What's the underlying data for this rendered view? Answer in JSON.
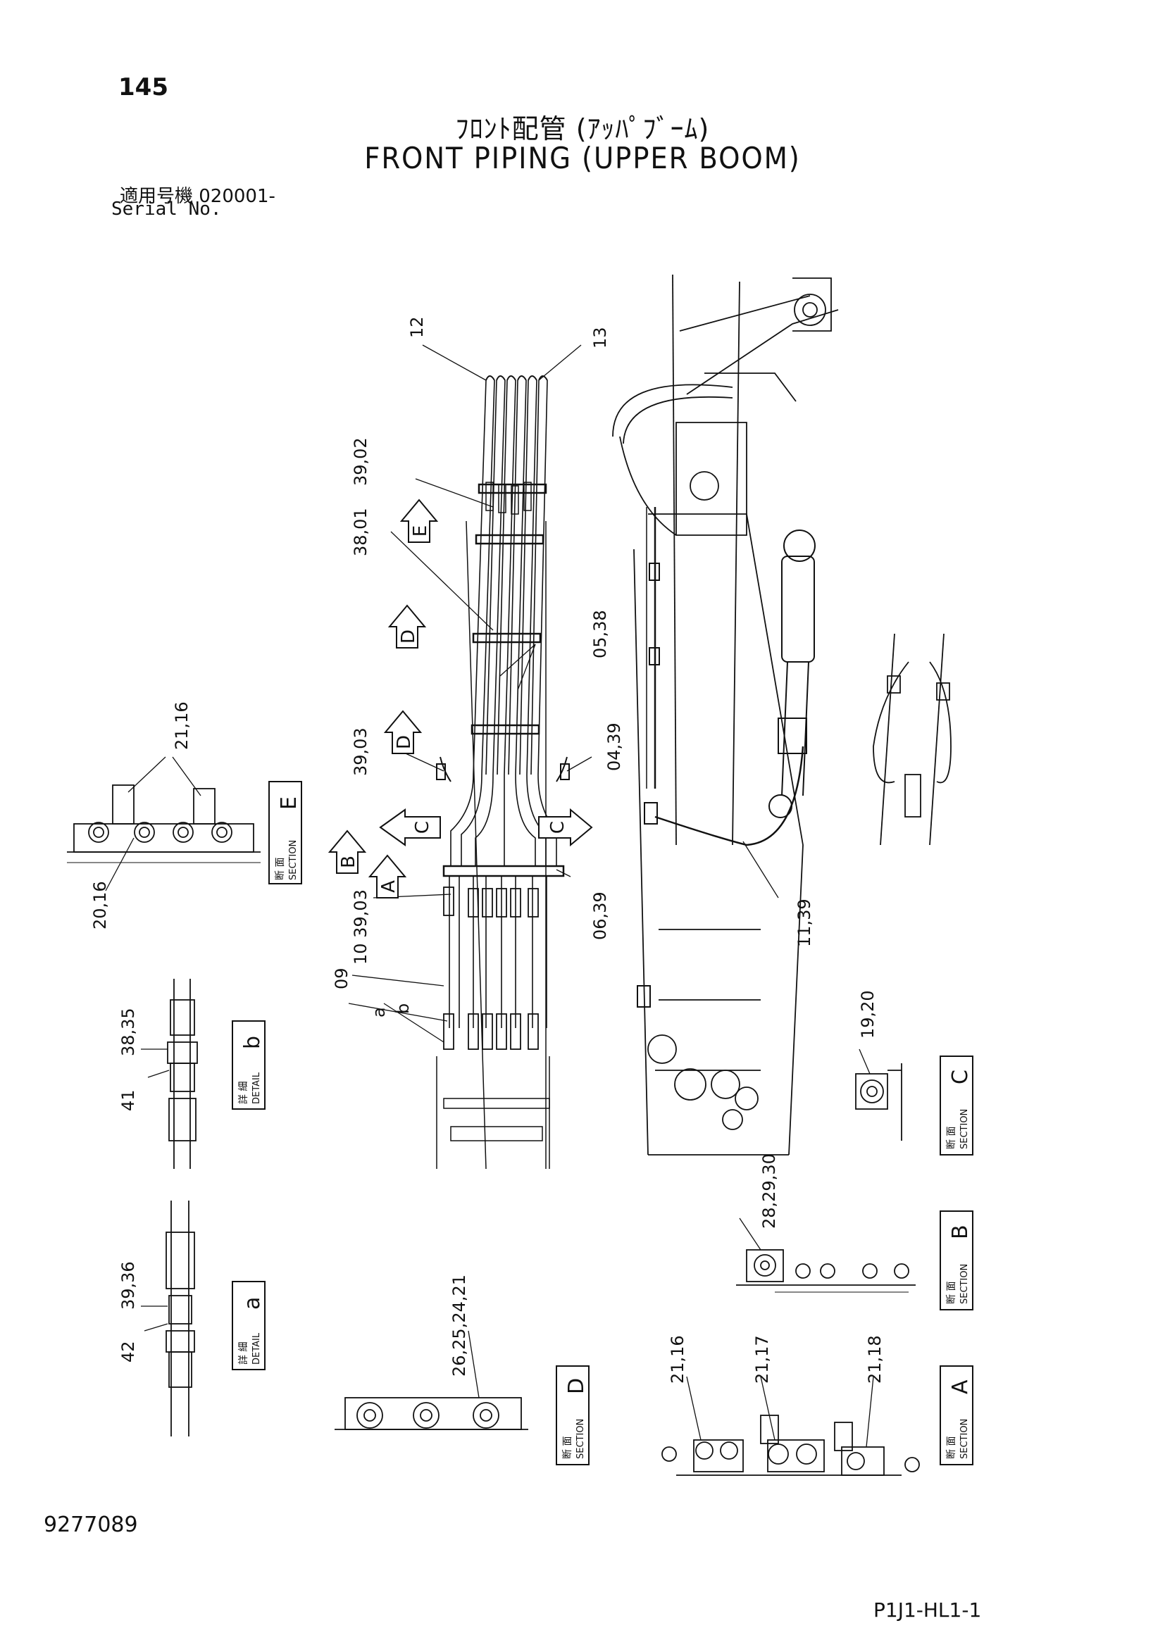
{
  "header": {
    "page_number": "145",
    "title_jp": "ﾌﾛﾝﾄ配管 (ｱｯﾊﾟﾌﾞｰﾑ)",
    "title_en": "FRONT PIPING (UPPER BOOM)",
    "serial_jp": "適用号機  020001-",
    "serial_en": "Serial No."
  },
  "footer": {
    "doc_number": "9277089",
    "sheet_code": "P1J1-HL1-1"
  },
  "callouts": {
    "p12": "12",
    "p13": "13",
    "p39_02": "39,02",
    "p38_01": "38,01",
    "p05_38": "05,38",
    "p39_03_top": "39,03",
    "p04_39": "04,39",
    "p10_39_03": "10 39,03",
    "p06_39": "06,39",
    "p09": "09",
    "pa": "a",
    "pb": "b",
    "p11_39": "11,39",
    "p21_16_E": "21,16",
    "p20_16": "20,16",
    "p38_35": "38,35",
    "p41": "41",
    "p39_36": "39,36",
    "p42": "42",
    "p19_20": "19,20",
    "p28_29_30": "28,29,30",
    "p26_25_24_21": "26,25,24,21",
    "p21_16_A": "21,16",
    "p21_17": "21,17",
    "p21_18": "21,18"
  },
  "view_arrows": {
    "E": "E",
    "D1": "D",
    "D2": "D",
    "C_left": "C",
    "C_right": "C",
    "B": "B",
    "A": "A"
  },
  "sections": {
    "E": {
      "jp": "断 面",
      "en": "SECTION",
      "letter": "E"
    },
    "D": {
      "jp": "断 面",
      "en": "SECTION",
      "letter": "D"
    },
    "C": {
      "jp": "断 面",
      "en": "SECTION",
      "letter": "C"
    },
    "B": {
      "jp": "断 面",
      "en": "SECTION",
      "letter": "B"
    },
    "A": {
      "jp": "断 面",
      "en": "SECTION",
      "letter": "A"
    }
  },
  "details": {
    "b": {
      "jp": "詳 細",
      "en": "DETAIL",
      "letter": "b"
    },
    "a": {
      "jp": "詳 細",
      "en": "DETAIL",
      "letter": "a"
    }
  }
}
